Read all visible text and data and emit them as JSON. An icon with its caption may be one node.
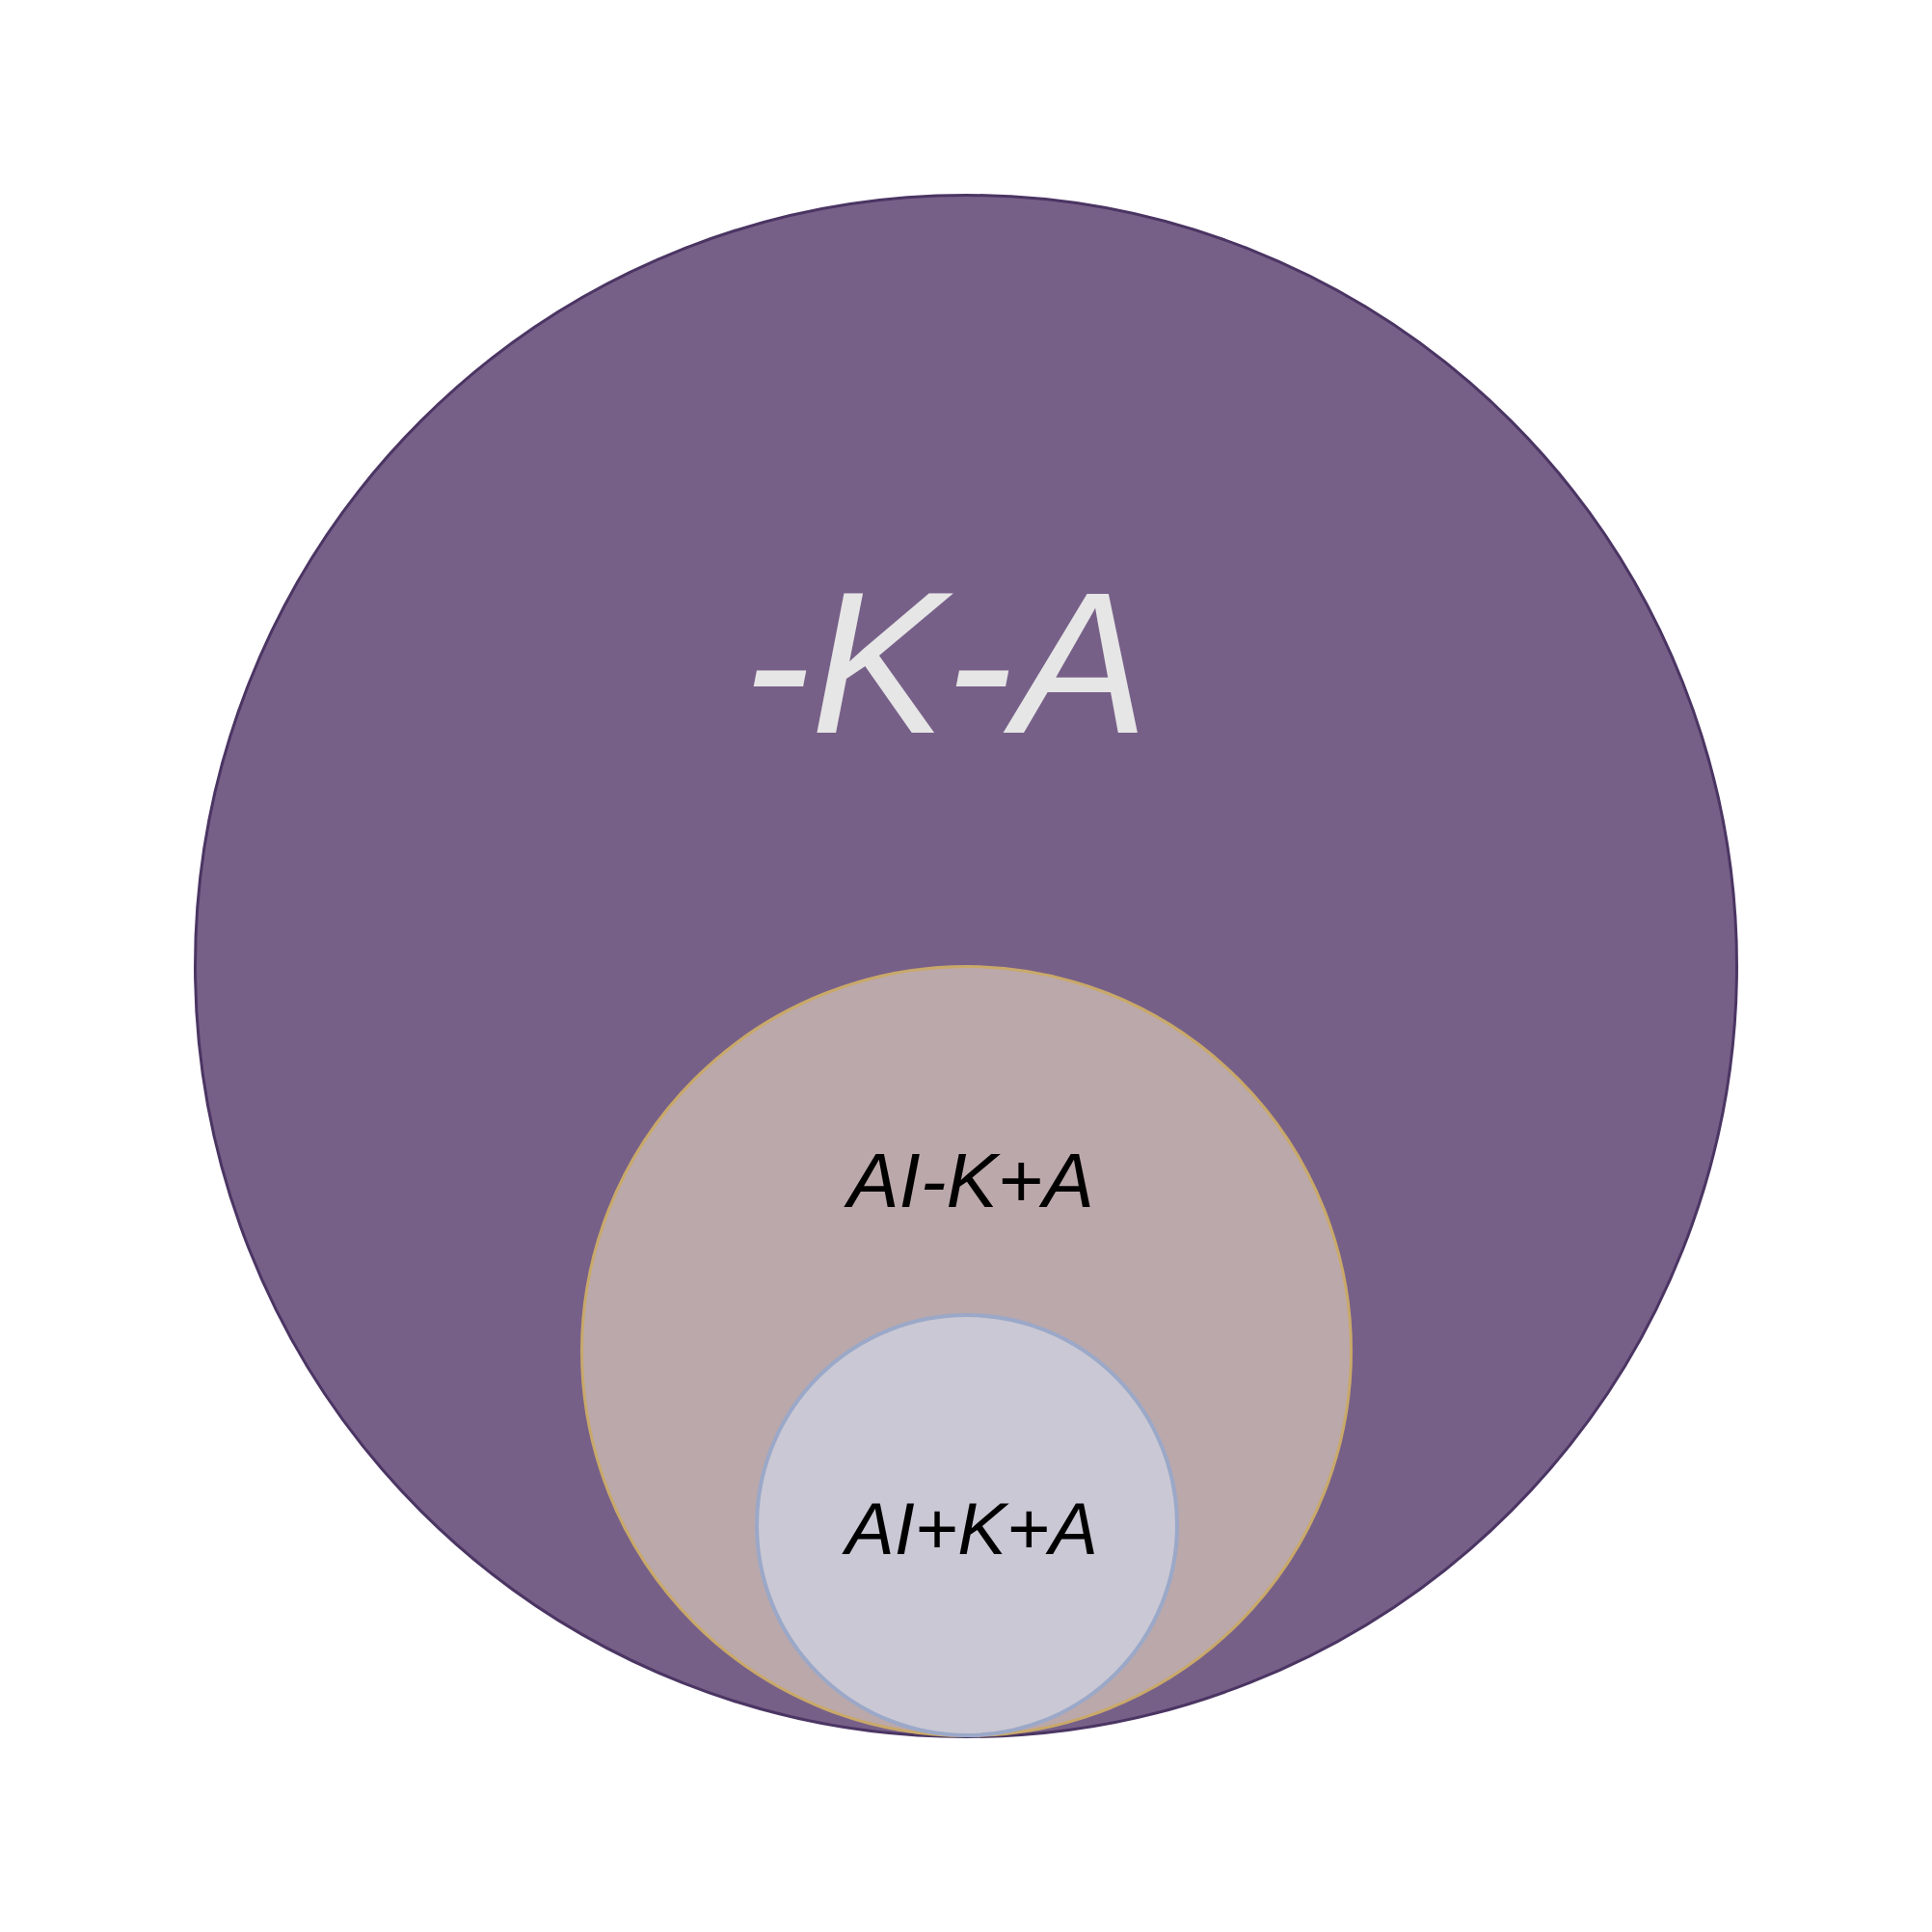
{
  "diagram": {
    "nodes": [
      {
        "text": [
          "-K-A"
        ]
      },
      {
        "text": [
          "AI-K+A"
        ],
        "in": 0
      },
      {
        "text": [
          "AI+K+A"
        ],
        "in": 1
      }
    ]
  }
}
